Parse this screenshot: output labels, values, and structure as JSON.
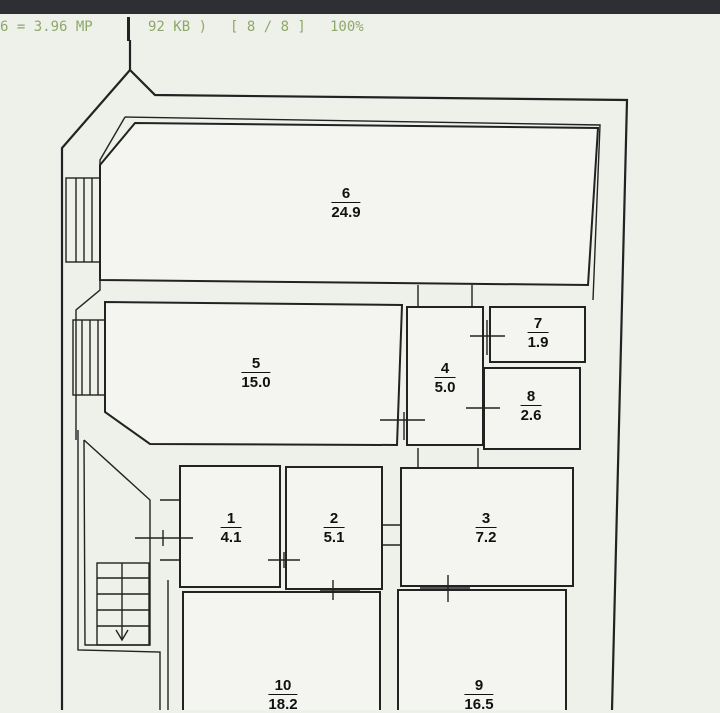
{
  "status_bar": {
    "megapixels": "6 = 3.96 MP",
    "filesize": "92 KB )",
    "page": "[ 8 / 8 ]",
    "zoom": "100%"
  },
  "rooms": [
    {
      "number": "6",
      "area": "24.9"
    },
    {
      "number": "5",
      "area": "15.0"
    },
    {
      "number": "4",
      "area": "5.0"
    },
    {
      "number": "7",
      "area": "1.9"
    },
    {
      "number": "8",
      "area": "2.6"
    },
    {
      "number": "1",
      "area": "4.1"
    },
    {
      "number": "2",
      "area": "5.1"
    },
    {
      "number": "3",
      "area": "7.2"
    },
    {
      "number": "10",
      "area": "18.2"
    },
    {
      "number": "9",
      "area": "16.5"
    }
  ]
}
